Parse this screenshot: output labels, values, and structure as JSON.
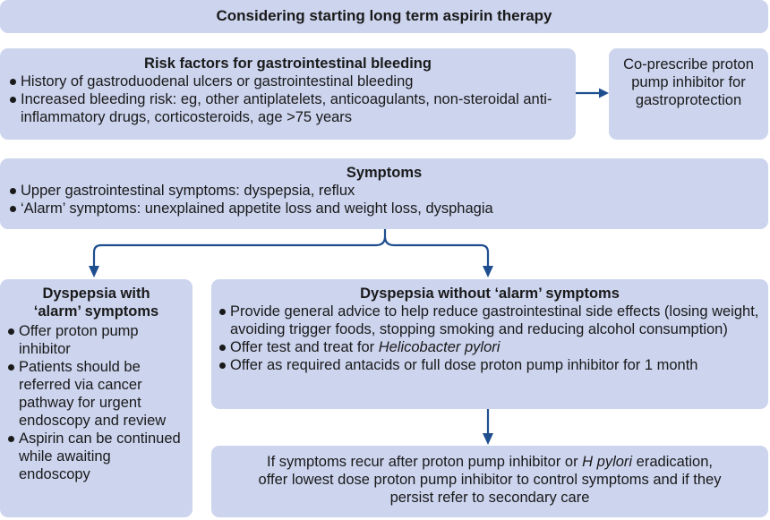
{
  "top": {
    "title": "Considering starting long term aspirin therapy"
  },
  "risk": {
    "title": "Risk factors for gastrointestinal bleeding",
    "items": [
      "History of gastroduodenal ulcers or gastrointestinal bleeding",
      "Increased bleeding risk: eg, other antiplatelets, anticoagulants, non-steroidal anti-inflammatory drugs, corticosteroids, age >75 years"
    ]
  },
  "coprescribe": {
    "text": "Co-prescribe proton pump inhibitor for gastroprotection"
  },
  "symptoms": {
    "title": "Symptoms",
    "items": [
      "Upper gastrointestinal symptoms: dyspepsia, reflux",
      "‘Alarm’ symptoms: unexplained appetite loss and weight loss, dysphagia"
    ]
  },
  "alarm": {
    "title": "Dyspepsia with ‘alarm’ symptoms",
    "items": [
      "Offer proton pump inhibitor",
      "Patients should be referred via cancer pathway for urgent endoscopy and review",
      "Aspirin can be continued while awaiting endoscopy"
    ]
  },
  "noalarm": {
    "title": "Dyspepsia without ‘alarm’ symptoms",
    "item1": "Provide general advice to help reduce gastrointestinal side effects (losing weight, avoiding trigger foods, stopping smoking and reducing alcohol consumption)",
    "item2_prefix": "Offer test and treat for ",
    "item2_italic": "Helicobacter pylori",
    "item3": "Offer as required antacids or full dose proton pump inhibitor for 1 month"
  },
  "recur": {
    "prefix": "If symptoms recur after proton pump inhibitor or ",
    "italic": "H pylori",
    "suffix": " eradication, offer lowest dose proton pump inhibitor to control symptoms and if they persist refer to secondary care"
  },
  "colors": {
    "box_fill": "#ccd4ee",
    "arrow": "#1f4e8f"
  }
}
